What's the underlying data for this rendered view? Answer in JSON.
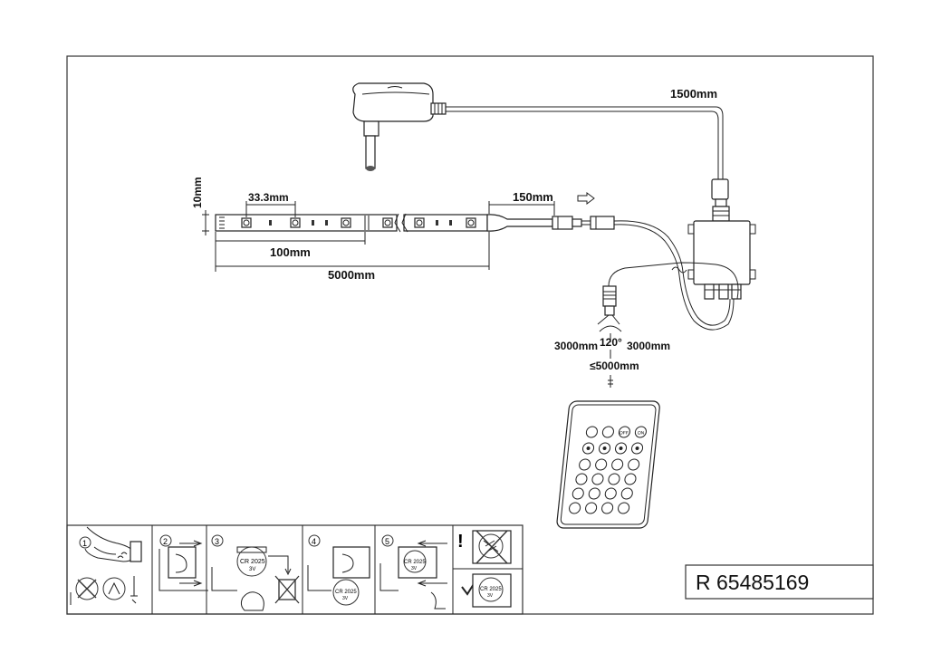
{
  "dimensions": {
    "adapter_cable": "1500mm",
    "strip_height": "10mm",
    "led_pitch": "33.3mm",
    "segment_length": "100mm",
    "strip_total": "5000mm",
    "strip_lead": "150mm",
    "sensor_left": "3000mm",
    "sensor_right": "3000mm",
    "sensor_angle": "120°",
    "sensor_range": "≤5000mm"
  },
  "remote": {
    "off_label": "OFF",
    "on_label": "ON"
  },
  "steps": [
    "1",
    "2",
    "3",
    "4",
    "5"
  ],
  "battery": {
    "type": "CR 2025",
    "voltage": "3V"
  },
  "warning_mark": "!",
  "product_code": "R 65485169"
}
